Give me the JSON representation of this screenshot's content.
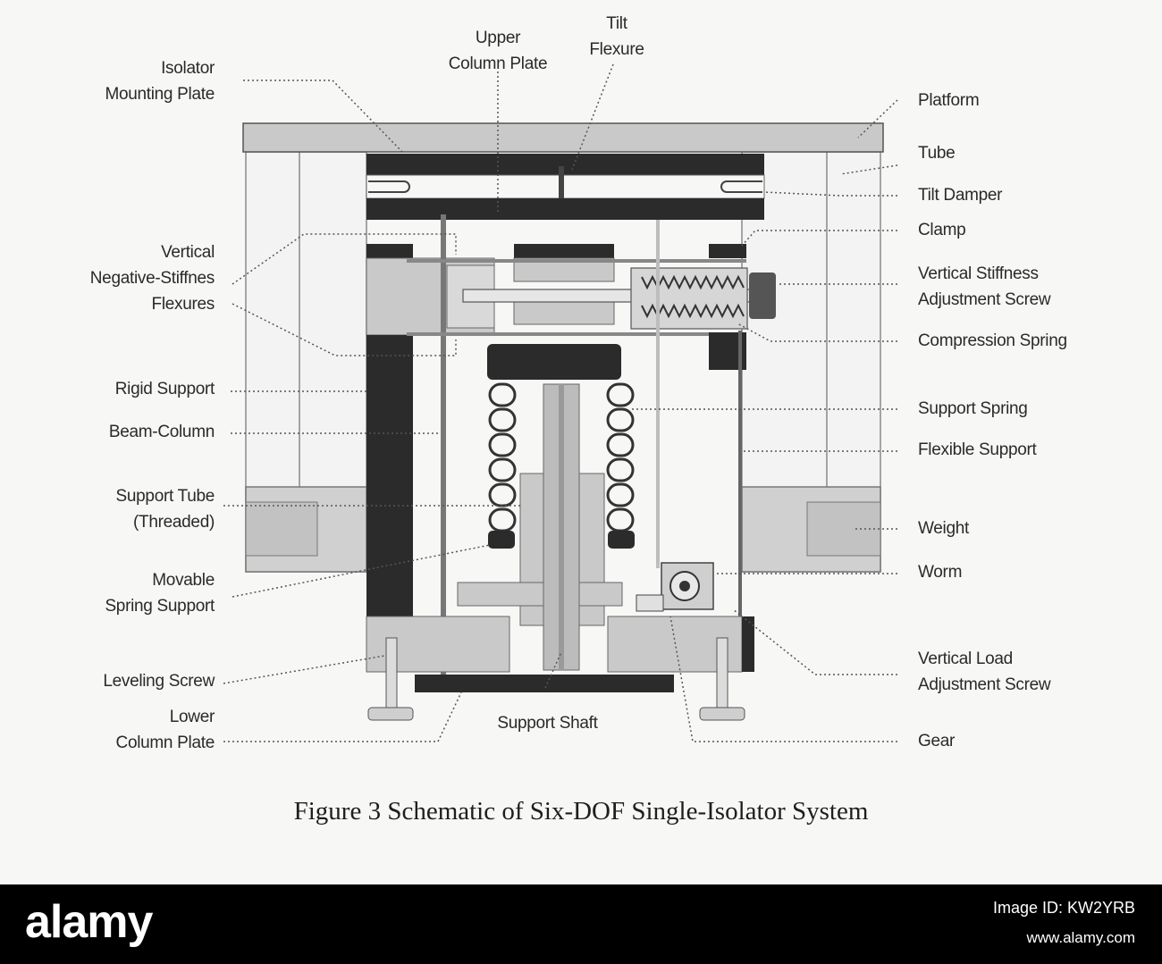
{
  "labels": {
    "isolator_mounting_plate": "Isolator\nMounting Plate",
    "upper_column_plate": "Upper\nColumn Plate",
    "tilt_flexure": "Tilt\nFlexure",
    "platform": "Platform",
    "tube": "Tube",
    "tilt_damper": "Tilt Damper",
    "clamp": "Clamp",
    "vertical_negative_stiffness_flexures": "Vertical\nNegative-Stiffnes\nFlexures",
    "vertical_stiffness_adjustment_screw": "Vertical Stiffness\nAdjustment Screw",
    "compression_spring": "Compression Spring",
    "rigid_support": "Rigid Support",
    "beam_column": "Beam-Column",
    "support_spring": "Support Spring",
    "flexible_support": "Flexible Support",
    "support_tube": "Support Tube\n(Threaded)",
    "weight": "Weight",
    "movable_spring_support": "Movable\nSpring Support",
    "worm": "Worm",
    "leveling_screw": "Leveling Screw",
    "vertical_load_adjustment_screw": "Vertical Load\nAdjustment Screw",
    "lower_column_plate": "Lower\nColumn Plate",
    "support_shaft": "Support Shaft",
    "gear": "Gear"
  },
  "caption": "Figure 3  Schematic of Six-DOF Single-Isolator System",
  "footer": {
    "brand": "alamy",
    "image_id": "Image ID: KW2YRB",
    "url": "www.alamy.com"
  },
  "colors": {
    "dark": "#2b2b2b",
    "mid_gray": "#bdbdbd",
    "light_gray": "#d6d6d6",
    "leader": "#555555"
  }
}
